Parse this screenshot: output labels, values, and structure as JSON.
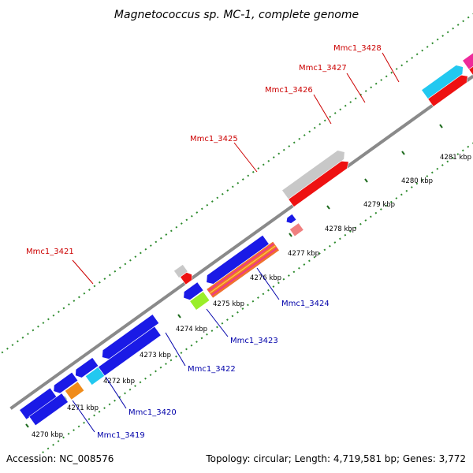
{
  "title": "Magnetococcus sp. MC-1, complete genome",
  "footer": {
    "accession": "Accession: NC_008576",
    "topology": "Topology: circular; Length: 4,719,581 bp; Genes: 3,772"
  },
  "colors": {
    "backbone": "#8a8a8a",
    "minor_tick": "#2e8b2e",
    "major_tick": "#1e6b1e",
    "forward_label": "#cc0000",
    "reverse_label": "#0000aa",
    "blue": "#1a1ae6",
    "red": "#ee1111",
    "gray": "#c8c8c8",
    "cyan": "#22c8f0",
    "magenta": "#ee2a9a",
    "olive": "#6e8e2a",
    "purple": "#7060c8",
    "pink": "#f08080",
    "lime": "#9aee2a",
    "orange": "#f08c1a",
    "stripe": "#f07030"
  },
  "tick_labels": [
    "4270 kbp",
    "4271 kbp",
    "4272 kbp",
    "4273 kbp",
    "4274 kbp",
    "4275 kbp",
    "4276 kbp",
    "4277 kbp",
    "4278 kbp",
    "4279 kbp",
    "4280 kbp",
    "4281 kbp"
  ],
  "forward_genes": [
    "Mmc1_3421",
    "Mmc1_3425",
    "Mmc1_3426",
    "Mmc1_3427",
    "Mmc1_3428"
  ],
  "reverse_genes": [
    "Mmc1_3419",
    "Mmc1_3420",
    "Mmc1_3422",
    "Mmc1_3423",
    "Mmc1_3424"
  ]
}
